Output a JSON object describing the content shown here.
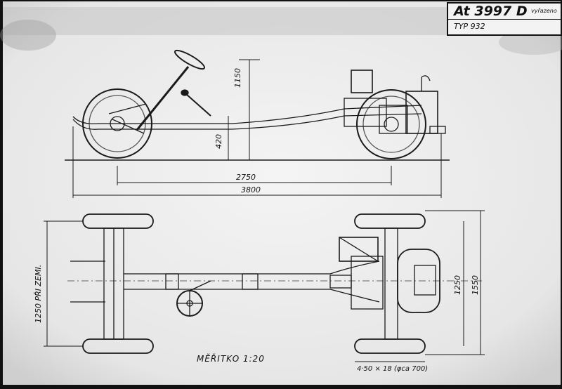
{
  "title_block": {
    "drawing_number": "At 3997 D",
    "note": "vyřazeno",
    "type_label": "TYP 932"
  },
  "dimensions": {
    "wheelbase": "2750",
    "overall_length": "3800",
    "height": "1150",
    "frame_height": "420",
    "ground_clearance_track": "1250 PŘI ZEMI.",
    "rear_track": "1250",
    "rear_width": "1550",
    "tire": "4·50 × 18 (φca 700)"
  },
  "scale_label": "MĚŘITKO 1:20"
}
